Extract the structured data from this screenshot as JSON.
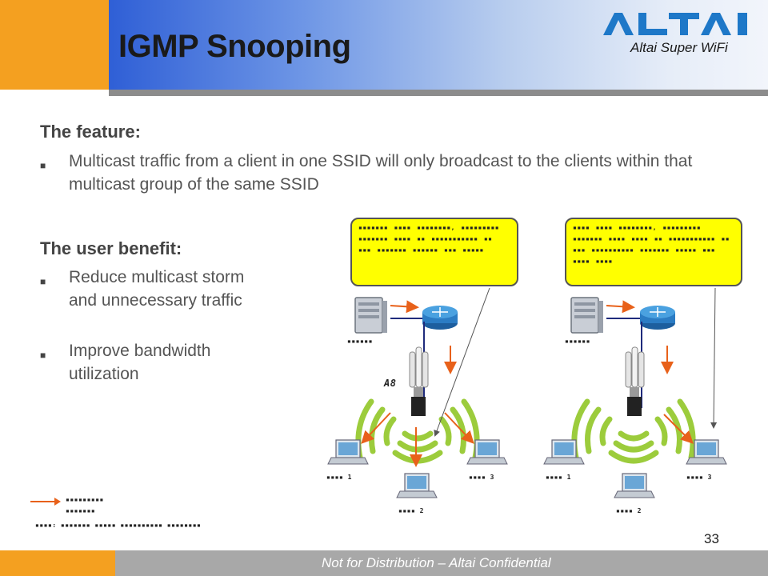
{
  "header": {
    "title": "IGMP Snooping",
    "brand": "ALTAI",
    "brand_sub": "Altai Super WiFi",
    "colors": {
      "orange": "#f4a020",
      "blue": "#2f5fd6",
      "logo_blue": "#1e78c8"
    }
  },
  "feature": {
    "heading": "The feature:",
    "bullets": [
      "Multicast traffic from a client in one SSID will only broadcast to the clients within that multicast group of the same SSID"
    ]
  },
  "benefit": {
    "heading": "The user benefit:",
    "bullets": [
      "Reduce multicast storm and unnecessary traffic",
      "Improve bandwidth utilization"
    ]
  },
  "diagram": {
    "left": {
      "callout": "▪▪▪▪▪▪▪ ▪▪▪▪ ▪▪▪▪▪▪▪▪, ▪▪▪▪▪▪▪▪▪ ▪▪▪▪▪▪▪ ▪▪▪▪ ▪▪ ▪▪▪▪▪▪▪▪▪▪▪ ▪▪ ▪▪▪ ▪▪▪▪▪▪▪ ▪▪▪▪▪▪ ▪▪▪ ▪▪▪▪▪",
      "server": "▪▪▪▪▪▪",
      "ap_label": "A8",
      "clients": [
        "▪▪▪▪ 1",
        "▪▪▪▪ 2",
        "▪▪▪▪ 3"
      ]
    },
    "right": {
      "callout": "▪▪▪▪ ▪▪▪▪ ▪▪▪▪▪▪▪▪, ▪▪▪▪▪▪▪▪▪ ▪▪▪▪▪▪▪ ▪▪▪▪ ▪▪▪▪ ▪▪ ▪▪▪▪▪▪▪▪▪▪▪ ▪▪ ▪▪▪ ▪▪▪▪▪▪▪▪▪▪ ▪▪▪▪▪▪▪ ▪▪▪▪▪ ▪▪▪ ▪▪▪▪ ▪▪▪▪",
      "server": "▪▪▪▪▪▪",
      "clients": [
        "▪▪▪▪ 1",
        "▪▪▪▪ 2",
        "▪▪▪▪ 3"
      ]
    },
    "legend": "▪▪▪▪▪▪▪▪▪ ▪▪▪▪▪▪▪",
    "note": "▪▪▪▪: ▪▪▪▪▪▪▪ ▪▪▪▪▪ ▪▪▪▪▪▪▪▪▪▪ ▪▪▪▪▪▪▪▪"
  },
  "footer": {
    "page_number": "33",
    "confidential": "Not for Distribution – Altai Confidential"
  }
}
